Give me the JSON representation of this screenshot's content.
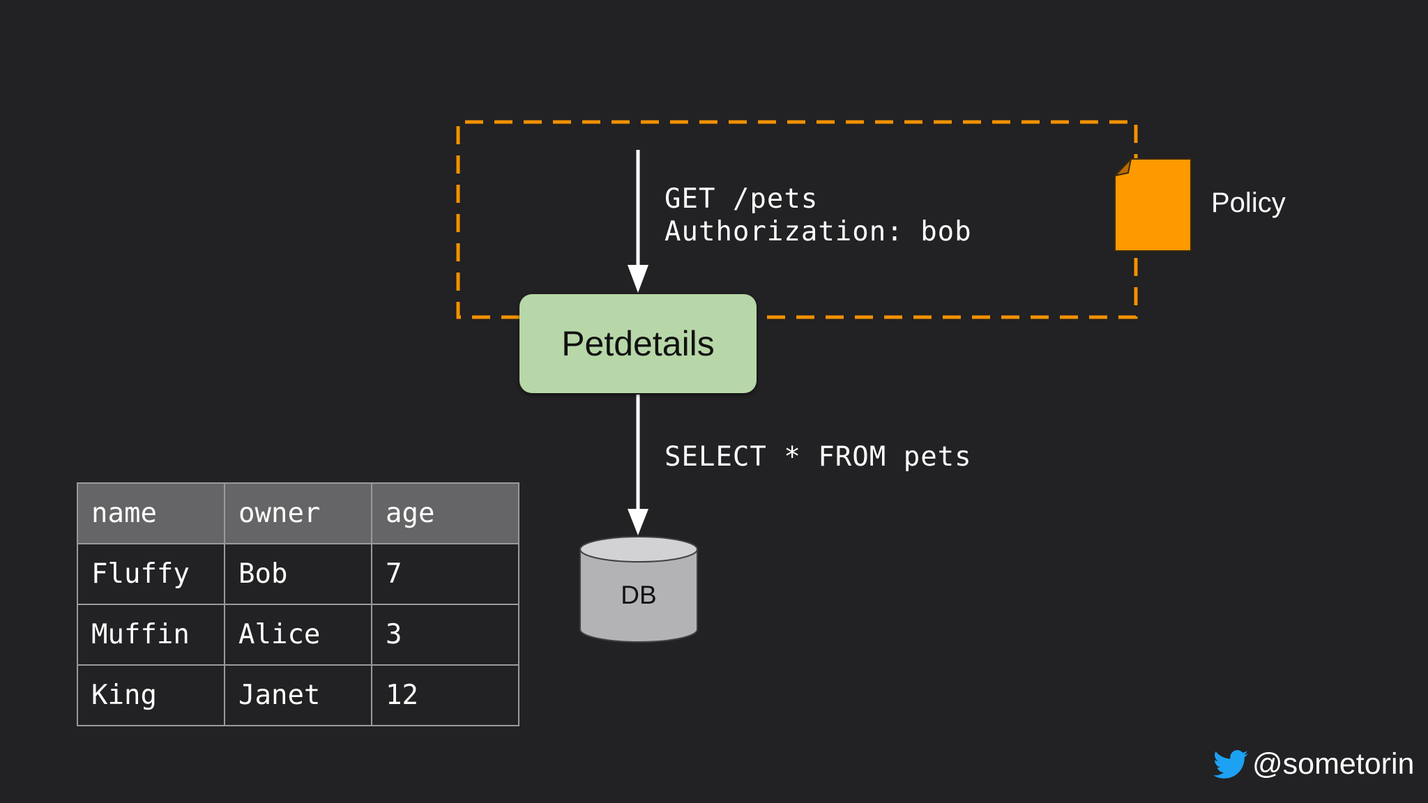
{
  "colors": {
    "background": "#222123",
    "boundary_dash": "#f29100",
    "policy_document": "#ff9900",
    "service_box": "#b7d7a8",
    "database": "#b3b2b5",
    "table_header": "#656466",
    "twitter_blue": "#1da1f2"
  },
  "request": {
    "line1": "GET /pets",
    "line2": "Authorization: bob"
  },
  "service": {
    "name": "Petdetails"
  },
  "policy": {
    "icon": "document-icon",
    "label": "Policy"
  },
  "query": {
    "text": "SELECT * FROM pets"
  },
  "database": {
    "icon": "database-cylinder-icon",
    "label": "DB"
  },
  "table": {
    "columns": [
      "name",
      "owner",
      "age"
    ],
    "rows": [
      [
        "Fluffy",
        "Bob",
        "7"
      ],
      [
        "Muffin",
        "Alice",
        "3"
      ],
      [
        "King",
        "Janet",
        "12"
      ]
    ]
  },
  "footer": {
    "icon": "twitter-bird-icon",
    "handle": "@sometorin"
  }
}
